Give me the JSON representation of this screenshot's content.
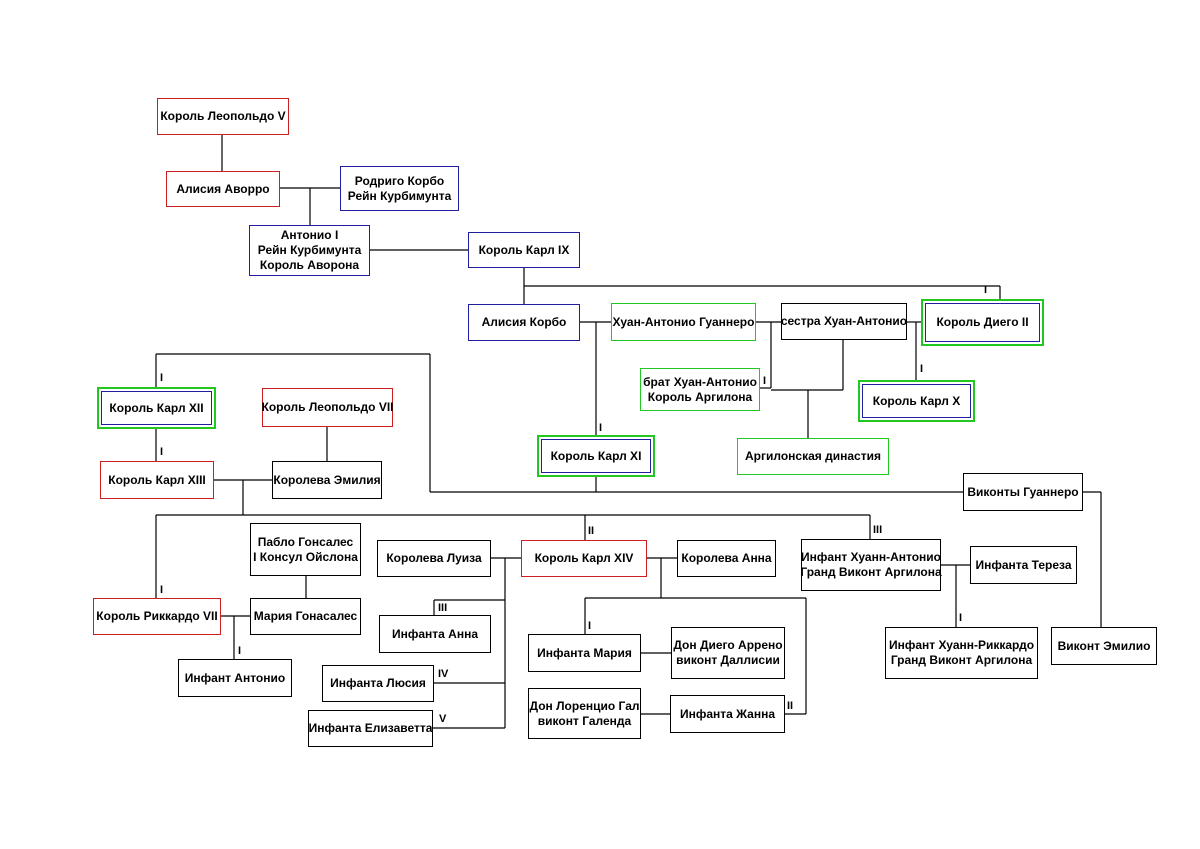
{
  "colors": {
    "red": "#cc1f1f",
    "blue": "#1f1fa0",
    "green": "#22c722",
    "black": "#000000"
  },
  "nodes": {
    "leopold_v": "Король Леопольдо V",
    "alicia_avorro": "Алисия Аворро",
    "rodrigo_korbo": [
      "Родриго Корбо",
      "Рейн Курбимунта"
    ],
    "antonio_i": [
      "Антонио I",
      "Рейн Курбимунта",
      "Король Аворона"
    ],
    "karl_ix": "Король Карл  IX",
    "alicia_korbo": "Алисия Корбо",
    "juan_antonio": "Хуан-Антонио Гуаннеро",
    "sister_juan": "сестра Хуан-Антонио",
    "diego_ii": "Король Диего II",
    "brother_juan": [
      "брат Хуан-Антонио",
      "Король Аргилона"
    ],
    "karl_x": "Король Карл  X",
    "argilon_dynasty": "Аргилонская династия",
    "karl_xi": "Король Карл  XI",
    "karl_xii": "Король Карл  XII",
    "leopold_vii": "Король Леопольдо VII",
    "karl_xiii": "Король Карл  XIII",
    "queen_emilia": "Королева Эмилия",
    "viscounts_guannero": "Виконты Гуаннеро",
    "pablo": [
      "Пабло Гонсалес",
      "I Консул Ойслона"
    ],
    "queen_luiza": "Королева Луиза",
    "karl_xiv": "Король Карл XIV",
    "queen_anna": "Королева Анна",
    "infant_juan_antonio": [
      "Инфант Хуанн-Антонио",
      "Гранд Виконт Аргилона"
    ],
    "infanta_tereza": "Инфанта Тереза",
    "rikkardo_vii": "Король Риккардо VII",
    "maria_gonsales": "Мария Гонасалес",
    "infanta_anna": "Инфанта Анна",
    "infanta_maria": "Инфанта Мария",
    "don_diego": [
      "Дон Диего Аррено",
      "виконт Даллисии"
    ],
    "infant_rikkardo": [
      "Инфант Хуанн-Риккардо",
      "Гранд Виконт Аргилона"
    ],
    "viscount_emilio": "Виконт Эмилио",
    "infant_antonio": "Инфант Антонио",
    "infanta_lusia": "Инфанта Люсия",
    "don_lorenzo": [
      "Дон Лоренцио Гал",
      "виконт Галенда"
    ],
    "infanta_zhanna": "Инфанта Жанна",
    "infanta_elizaveta": "Инфанта Елизаветта"
  },
  "marks": {
    "diego_ii": "I",
    "karl_x": "I",
    "brother_juan": "I",
    "karl_xi": "I",
    "karl_xii": "I",
    "karl_xiii": "I",
    "karl_xiv": "II",
    "infant_juan_antonio": "III",
    "infanta_anna": "III",
    "rikkardo_vii": "I",
    "infanta_maria": "I",
    "infant_rikkardo": "I",
    "infant_antonio": "I",
    "infanta_lusia": "IV",
    "infanta_zhanna": "II",
    "infanta_elizaveta": "V"
  }
}
